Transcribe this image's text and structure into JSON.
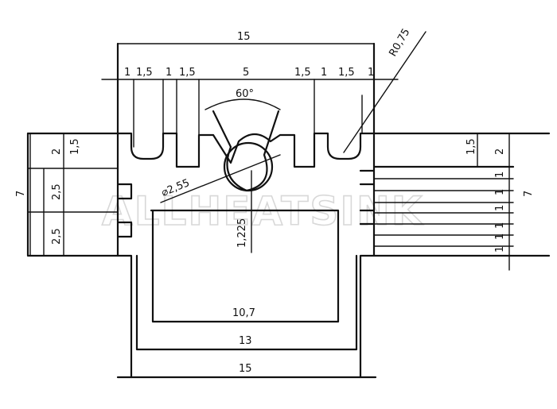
{
  "drawing": {
    "top_dims": [
      "1",
      "1,5",
      "1",
      "1,5",
      "5",
      "1,5",
      "1",
      "1,5",
      "1"
    ],
    "overall_width_top": "15",
    "overall_width_bottom": "15",
    "inner_width_13": "13",
    "inner_width_10_7": "10,7",
    "angle": "60°",
    "radius": "R0,75",
    "diameter": "⌀2,55",
    "center_height": "1,225",
    "left_vertical": [
      "1,5",
      "2",
      "2,5",
      "2,5"
    ],
    "left_total": "7",
    "right_vertical": [
      "1,5",
      "2",
      "1",
      "1",
      "1",
      "1",
      "1",
      "1"
    ],
    "right_total": "7"
  },
  "watermark": "ALLHEATSINK"
}
